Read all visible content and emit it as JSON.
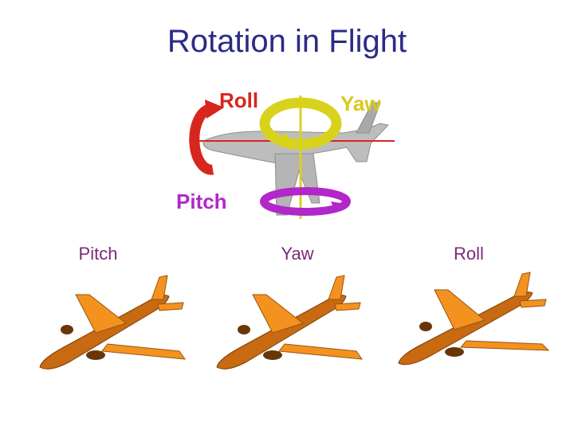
{
  "title": "Rotation in Flight",
  "diagram": {
    "roll_label": "Roll",
    "yaw_label": "Yaw",
    "pitch_label": "Pitch",
    "colors": {
      "roll": "#d7261e",
      "yaw": "#d9d21c",
      "pitch": "#b227c9",
      "fuselage": "#b9b9b9"
    }
  },
  "animations": [
    {
      "label": "Pitch"
    },
    {
      "label": "Yaw"
    },
    {
      "label": "Roll"
    }
  ],
  "plane_color": "#c86a12"
}
